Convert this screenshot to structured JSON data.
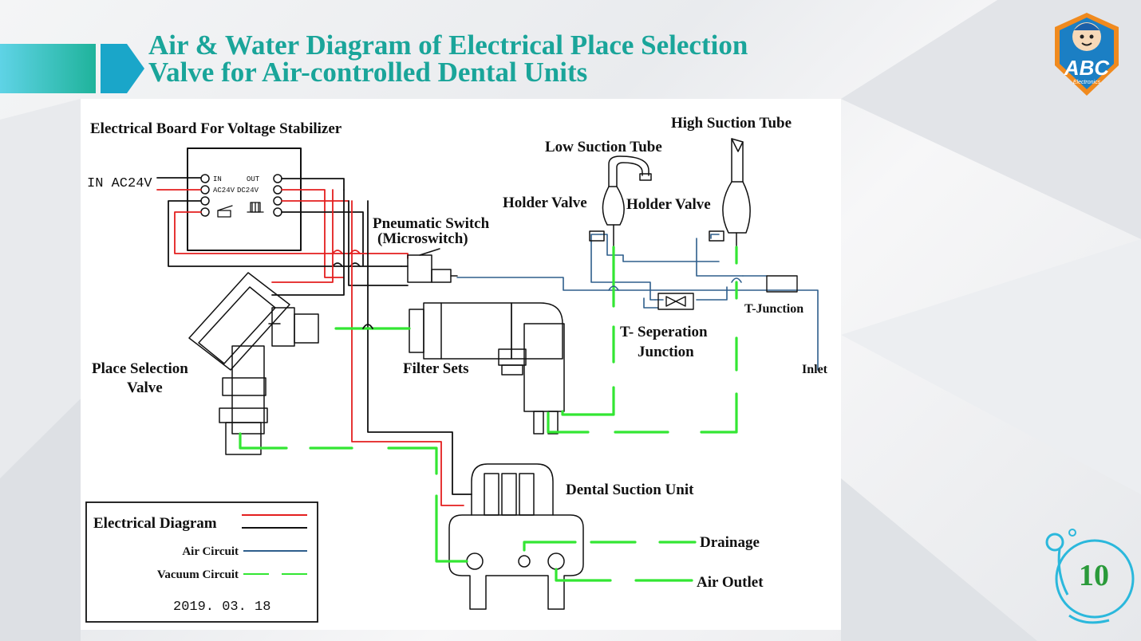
{
  "title": {
    "line1": "Air & Water Diagram of Electrical Place Selection",
    "line2": "Valve for Air-controlled Dental Units"
  },
  "logo": {
    "text": "ABC",
    "subtext": "Electronics",
    "icon": "mechanic-mascot-icon"
  },
  "page_number": "10",
  "diagram": {
    "board_title": "Electrical Board For Voltage Stabilizer",
    "input_label": "IN AC24V",
    "terminal_in": "IN",
    "terminal_ac24v": "AC24V",
    "terminal_out": "OUT",
    "terminal_dc24v": "DC24V",
    "pneumatic_switch": "Pneumatic  Switch",
    "microswitch": "(Microswitch)",
    "high_suction": "High Suction Tube",
    "low_suction": "Low Suction Tube",
    "holder_valve_left": "Holder Valve",
    "holder_valve_right": "Holder Valve",
    "t_junction": "T-Junction",
    "t_separation_1": "T- Seperation",
    "t_separation_2": "Junction",
    "inlet": "Inlet",
    "place_selection_1": "Place Selection",
    "place_selection_2": "Valve",
    "filter_sets": "Filter Sets",
    "dental_suction_unit": "Dental Suction Unit",
    "drainage": "Drainage",
    "air_outlet": "Air Outlet"
  },
  "legend": {
    "electrical": "Electrical Diagram",
    "air": "Air Circuit",
    "vacuum": "Vacuum Circuit",
    "date": "2019. 03. 18"
  },
  "colors": {
    "electrical_red": "#e41f1f",
    "electrical_black": "#111111",
    "air_blue": "#2e5e8c",
    "vacuum_green": "#33e633",
    "title_teal": "#1aa59a",
    "page_number_green": "#2a9a3a"
  }
}
